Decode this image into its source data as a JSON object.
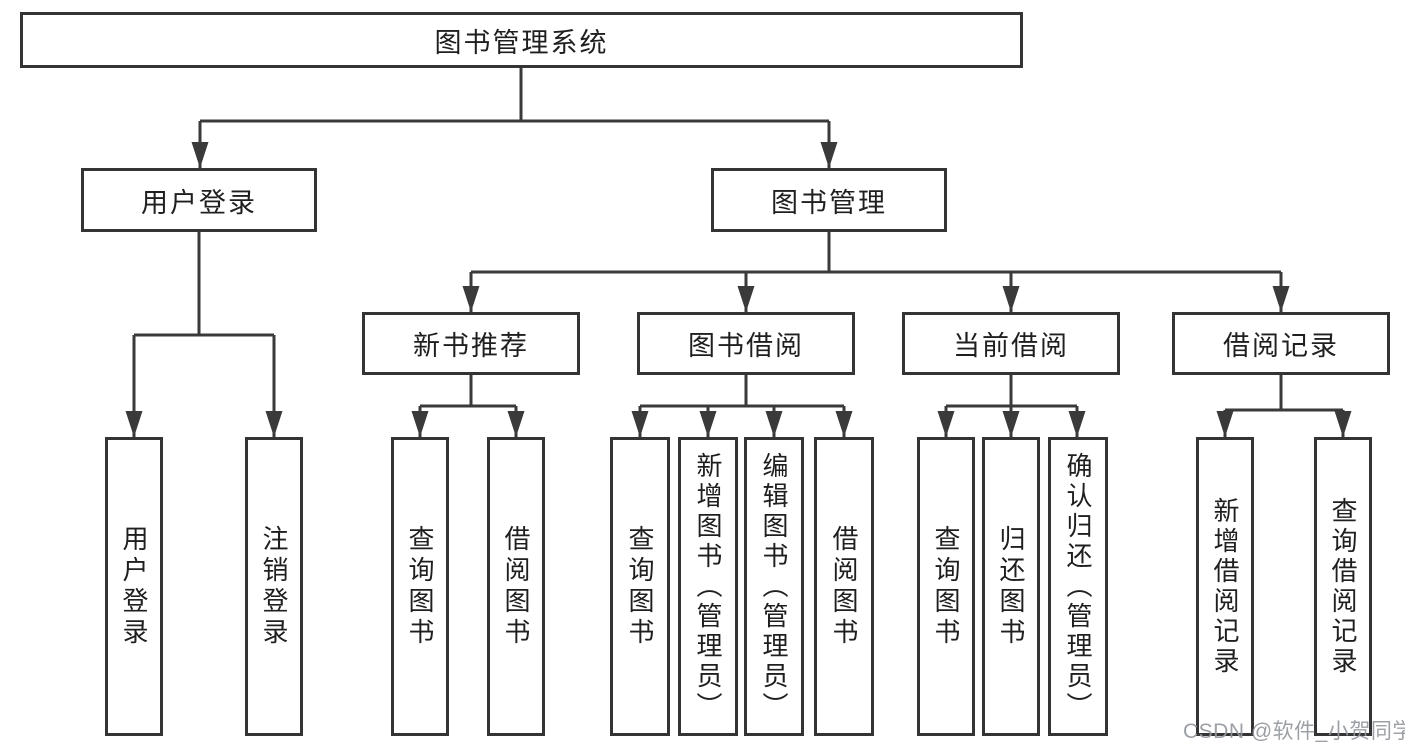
{
  "diagram_type": "hierarchy-diagram",
  "tree": {
    "root": "图书管理系统",
    "children": [
      {
        "label": "用户登录",
        "children": [
          "用户登录",
          "注销登录"
        ]
      },
      {
        "label": "图书管理",
        "children": [
          {
            "label": "新书推荐",
            "children": [
              "查询图书",
              "借阅图书"
            ]
          },
          {
            "label": "图书借阅",
            "children": [
              "查询图书",
              "新增图书（管理员）",
              "编辑图书（管理员）",
              "借阅图书"
            ]
          },
          {
            "label": "当前借阅",
            "children": [
              "查询图书",
              "归还图书",
              "确认归还（管理员）"
            ]
          },
          {
            "label": "借阅记录",
            "children": [
              "新增借阅记录",
              "查询借阅记录"
            ]
          }
        ]
      }
    ]
  },
  "watermark": "CSDN @软件_小贺同学",
  "colors": {
    "background": "#ffffff",
    "line": "#3a3a3a",
    "box_border": "#343434",
    "text": "#1f1f1f",
    "watermark": "#94989e"
  }
}
